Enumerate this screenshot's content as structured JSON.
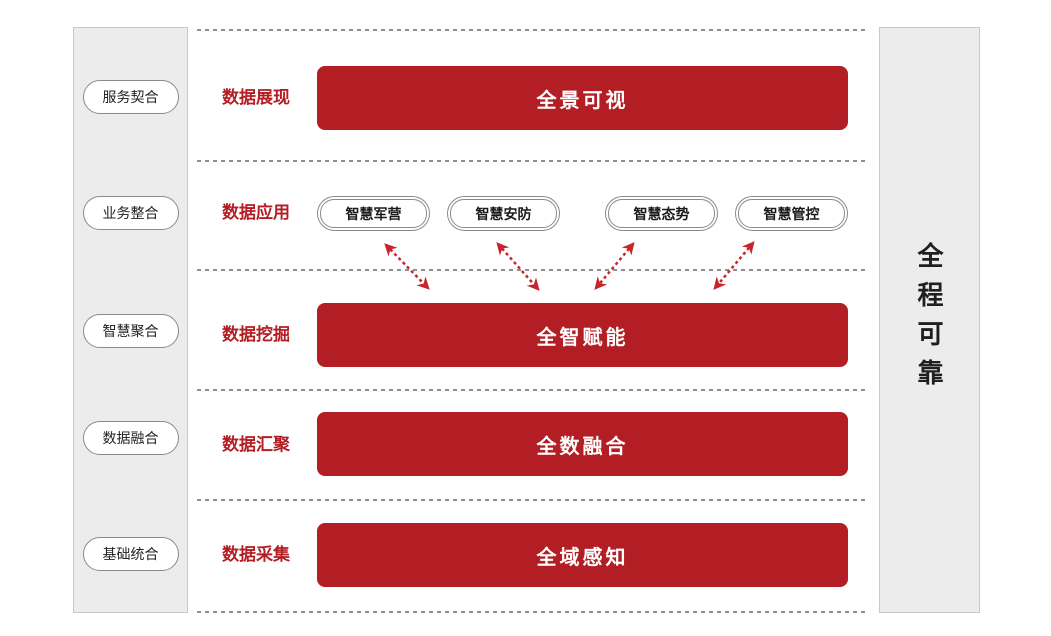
{
  "diagram": {
    "left_sidebar": [
      "服务契合",
      "业务整合",
      "智慧聚合",
      "数据融合",
      "基础统合"
    ],
    "right_sidebar": "全程可靠",
    "layers": [
      {
        "label": "数据展现",
        "bar": "全景可视"
      },
      {
        "label": "数据应用",
        "apps": [
          "智慧军营",
          "智慧安防",
          "智慧态势",
          "智慧管控"
        ]
      },
      {
        "label": "数据挖掘",
        "bar": "全智赋能"
      },
      {
        "label": "数据汇聚",
        "bar": "全数融合"
      },
      {
        "label": "数据采集",
        "bar": "全域感知"
      }
    ],
    "colors": {
      "accent_red": "#B21E24",
      "arrow_red": "#C8242B",
      "sidebar_bg": "#ECECEC",
      "sidebar_border": "#C8C8C8",
      "pill_border": "#8A8A8A",
      "dotted_line": "#8F8F8F",
      "text_dark": "#1F1F1F"
    }
  }
}
